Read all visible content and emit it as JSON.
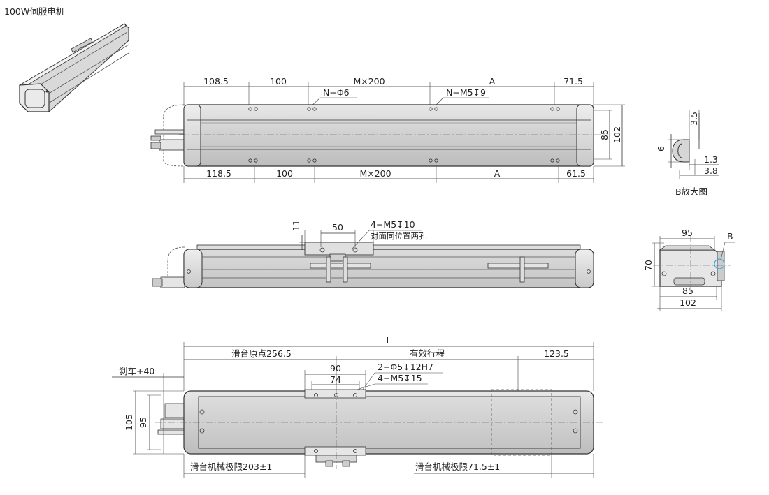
{
  "title": "100W伺服电机",
  "top_view": {
    "top_dims": [
      "108.5",
      "100",
      "M×200",
      "A",
      "71.5"
    ],
    "bottom_dims": [
      "118.5",
      "100",
      "M×200",
      "A",
      "61.5"
    ],
    "callout_left": "N−Φ6",
    "callout_right": "N−M5↧9",
    "height_inner": "85",
    "height_outer": "102"
  },
  "detail_b": {
    "dims": [
      "3.5",
      "6",
      "1.3",
      "3.8"
    ],
    "caption": "B放大图"
  },
  "side_view": {
    "dim_11": "11",
    "dim_50": "50",
    "note_line1": "4−M5↧10",
    "note_line2": "对面同位置两孔"
  },
  "end_view": {
    "dim_95": "95",
    "dim_70": "70",
    "dim_85": "85",
    "dim_102": "102",
    "label_b": "B"
  },
  "bottom_view": {
    "total_length": "L",
    "origin": "滑台原点256.5",
    "stroke": "有效行程",
    "dim_123_5": "123.5",
    "brake": "刹车+40",
    "dim_90": "90",
    "dim_74": "74",
    "note_line1": "2−Φ5↧12H7",
    "note_line2": "4−M5↧15",
    "height_105": "105",
    "height_95": "95",
    "limit_left": "滑台机械极限203±1",
    "limit_right": "滑台机械极限71.5±1"
  }
}
